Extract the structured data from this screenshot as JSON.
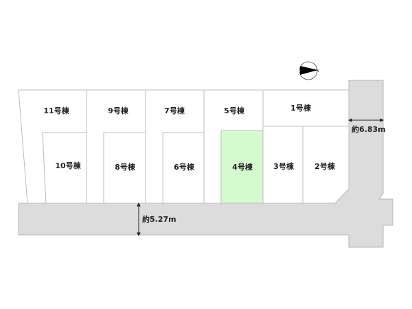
{
  "lots": [
    {
      "label": "1号棟",
      "selected": false
    },
    {
      "label": "2号棟",
      "selected": false
    },
    {
      "label": "3号棟",
      "selected": false
    },
    {
      "label": "4号棟",
      "selected": true
    },
    {
      "label": "5号棟",
      "selected": false
    },
    {
      "label": "6号棟",
      "selected": false
    },
    {
      "label": "7号棟",
      "selected": false
    },
    {
      "label": "8号棟",
      "selected": false
    },
    {
      "label": "9号棟",
      "selected": false
    },
    {
      "label": "10号棟",
      "selected": false
    },
    {
      "label": "11号棟",
      "selected": false
    }
  ],
  "roads": {
    "main_width": "約5.27m",
    "side_width": "約6.83m"
  },
  "colors": {
    "highlight": "#d6fad0",
    "road": "#dcdcdc"
  },
  "compass": {
    "icon": "north-arrow-icon",
    "mark": "N"
  }
}
